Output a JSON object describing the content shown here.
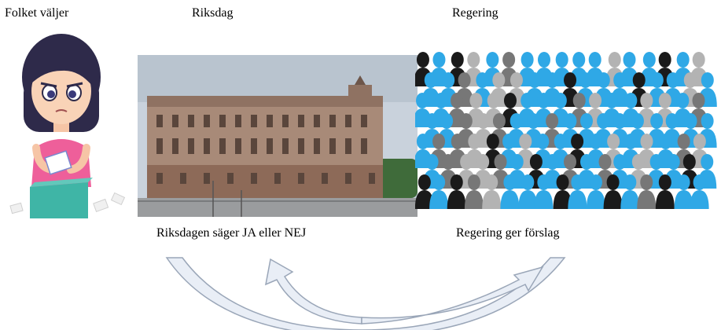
{
  "labels": {
    "voters": "Folket väljer",
    "parliament": "Riksdag",
    "government": "Regering",
    "parliament_caption": "Riksdagen säger JA eller NEJ",
    "government_caption": "Regering ger förslag"
  },
  "colors": {
    "arrow_fill": "#e9eef6",
    "arrow_stroke": "#9aa6b8",
    "crowd_blue": "#2fa8e6",
    "crowd_black": "#1a1a1a",
    "crowd_gray": "#777777",
    "crowd_lightgray": "#b3b3b3",
    "building_stone": "#a88a78",
    "sky": "#c9d2dc",
    "ballot_box": "#3fb5a6",
    "voter_shirt": "#ee5f9a",
    "voter_hair": "#2e2a4a"
  },
  "icons": [
    "voter-casting-ballot-illustration",
    "riksdag-building-photo",
    "crowd-silhouettes-illustration",
    "curved-arrows"
  ]
}
